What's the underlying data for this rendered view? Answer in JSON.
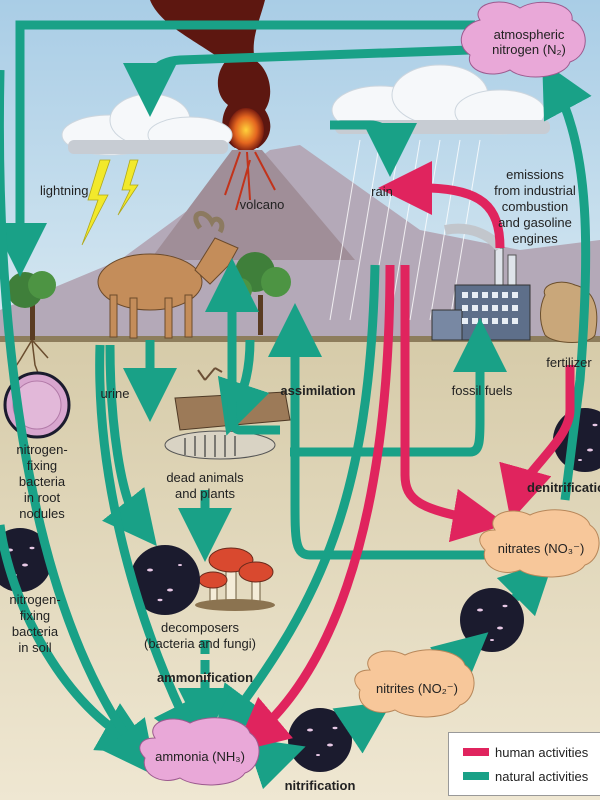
{
  "labels": {
    "lightning": "lightning",
    "volcano": "volcano",
    "rain": "rain",
    "emissions": [
      "emissions",
      "from industrial",
      "combustion",
      "and gasoline",
      "engines"
    ],
    "atmospheric_nitrogen": "atmospheric nitrogen (N₂)",
    "urine": "urine",
    "assimilation": "assimilation",
    "fossil_fuels": "fossil fuels",
    "fertilizer": "fertilizer",
    "nitrogen_fixing_root": [
      "nitrogen-",
      "fixing",
      "bacteria",
      "in root",
      "nodules"
    ],
    "dead_animals": [
      "dead animals",
      "and plants"
    ],
    "denitrification": "denitrification",
    "nitrates": "nitrates (NO₃⁻)",
    "nitrogen_fixing_soil": [
      "nitrogen-",
      "fixing",
      "bacteria",
      "in soil"
    ],
    "decomposers": [
      "decomposers",
      "(bacteria and fungi)"
    ],
    "ammonification": "ammonification",
    "nitrites": "nitrites (NO₂⁻)",
    "ammonia": "ammonia (NH₃)",
    "nitrification": "nitrification"
  },
  "legend": {
    "human": "human activities",
    "natural": "natural activities"
  },
  "colors": {
    "human": "#e0245e",
    "natural": "#19a187",
    "sky": "#bcd8ea",
    "soil": "#d9cfb0",
    "node_pink": "#e9a8d8",
    "node_orange": "#f7c79a",
    "bacteria": "#1b1b2e"
  }
}
